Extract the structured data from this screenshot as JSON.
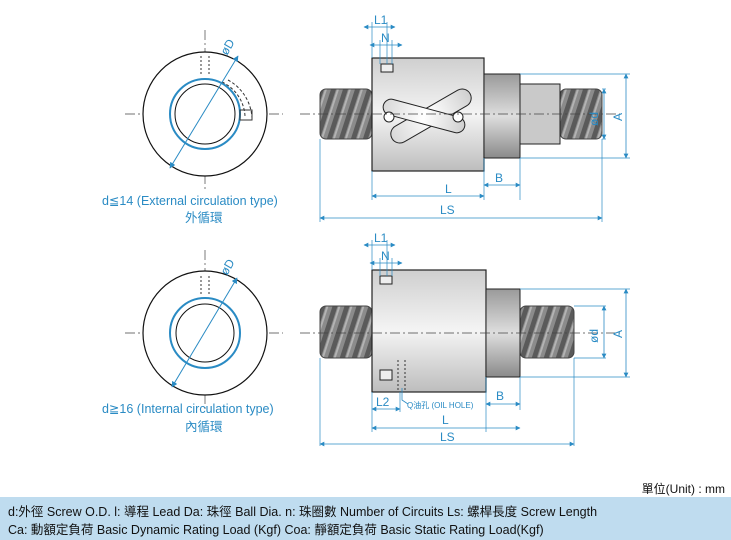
{
  "diagram": {
    "top": {
      "caption": "d≦14 (External circulation type)",
      "caption_cn": "外循環",
      "dims": {
        "L1": "L1",
        "N": "N",
        "phiD": "øD",
        "phid": "ød",
        "A": "A",
        "L": "L",
        "B": "B",
        "LS": "LS"
      }
    },
    "bottom": {
      "caption": "d≧16 (Internal circulation type)",
      "caption_cn": "內循環",
      "oil_hole": "Q油孔 (OIL HOLE)",
      "dims": {
        "L1": "L1",
        "N": "N",
        "phiD": "øD",
        "phid": "ød",
        "A": "A",
        "L": "L",
        "L2": "L2",
        "B": "B",
        "LS": "LS"
      }
    }
  },
  "unit_label": "單位(Unit) : mm",
  "legend": {
    "line1": "d:外徑  Screw O.D.   l: 導程  Lead     Da: 珠徑  Ball Dia.     n: 珠圈數  Number of Circuits    Ls: 螺桿長度  Screw Length",
    "line2": "Ca: 動額定負荷  Basic Dynamic Rating Load (Kgf)     Coa: 靜額定負荷  Basic Static Rating Load(Kgf)"
  },
  "colors": {
    "accent": "#2a8bc4",
    "legend_bg": "#bfdcef"
  }
}
